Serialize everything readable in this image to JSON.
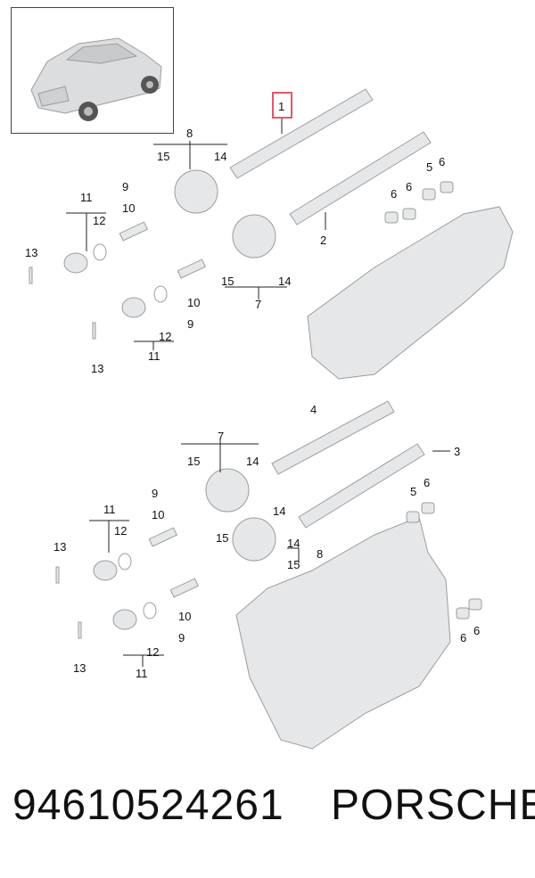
{
  "footer": {
    "part_number": "94610524261",
    "brand": "PORSCHE"
  },
  "colors": {
    "highlight": "#e0586b",
    "part_fill": "#e6e7e8",
    "part_stroke": "#9a9c9e",
    "line": "#222222"
  },
  "callouts": {
    "c1": "1",
    "c2": "2",
    "c3": "3",
    "c4": "4",
    "c5a": "5",
    "c6a": "6",
    "c6b": "6",
    "c6c": "6",
    "c7a": "7",
    "c8a": "8",
    "c9a": "9",
    "c10a": "10",
    "c11a": "11",
    "c12a": "12",
    "c13a": "13",
    "c14a": "14",
    "c15a": "15",
    "c9b": "9",
    "c10b": "10",
    "c11b": "11",
    "c12b": "12",
    "c13b": "13",
    "c14b": "14",
    "c15b": "15",
    "c7b": "7",
    "c14c": "14",
    "c15c": "15",
    "c9c": "9",
    "c10c": "10",
    "c11c": "11",
    "c12c": "12",
    "c13c": "13",
    "c5b": "5",
    "c6d": "6",
    "c6e": "6",
    "c6f": "6",
    "c8b": "8",
    "c14d": "14",
    "c15d": "15",
    "c15e": "15",
    "c9d": "9",
    "c10d": "10",
    "c11d": "11",
    "c12d": "12",
    "c13d": "13"
  }
}
